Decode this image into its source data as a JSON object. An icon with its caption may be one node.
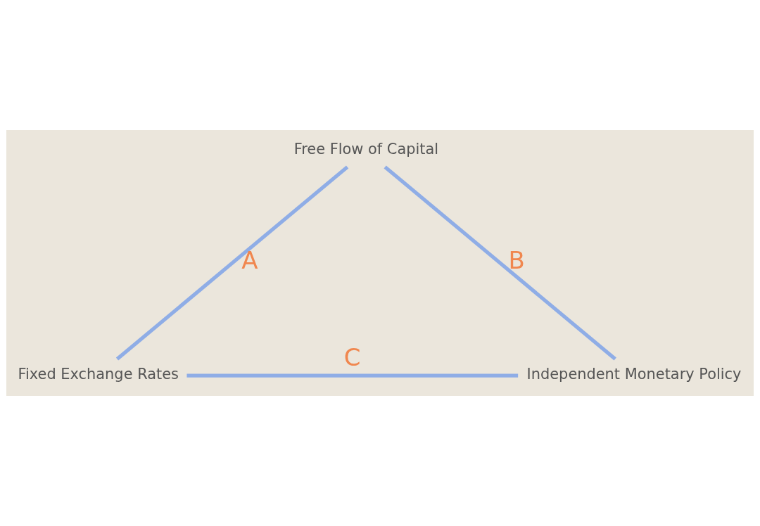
{
  "diagram": {
    "nodes": [
      {
        "text": [
          "Free Flow of Capital"
        ]
      },
      {
        "text": [
          "Fixed Exchange Rates"
        ]
      },
      {
        "text": [
          "Independent Monetary Policy"
        ]
      }
    ],
    "edges": [
      {
        "from": 0,
        "to": 1,
        "arrow": "none",
        "label": "A"
      },
      {
        "from": 0,
        "to": 2,
        "arrow": "none",
        "label": "B"
      },
      {
        "from": 1,
        "to": 2,
        "arrow": "none",
        "label": "C"
      }
    ]
  }
}
